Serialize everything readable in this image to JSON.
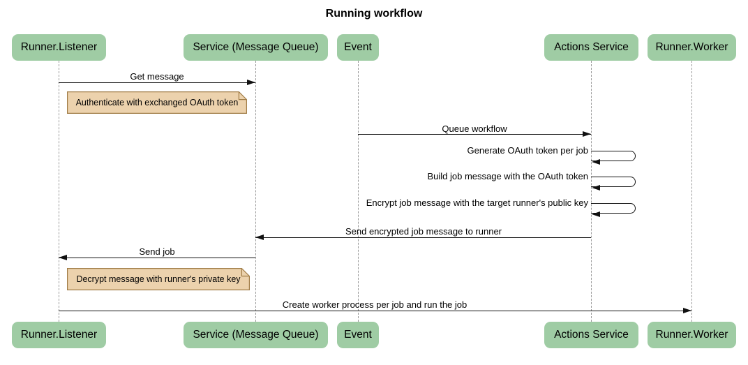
{
  "title": "Running workflow",
  "colors": {
    "actor_fill": "#9fcca4",
    "actor_text": "#000000",
    "note_fill": "#ecd2ad",
    "note_border": "#a07c46",
    "lifeline": "#9a9a9a",
    "line": "#111111"
  },
  "diagram_type": "sequence",
  "actors": [
    {
      "label": "Runner.Listener"
    },
    {
      "label": "Service (Message Queue)"
    },
    {
      "label": "Event"
    },
    {
      "label": "Actions Service"
    },
    {
      "label": "Runner.Worker"
    }
  ],
  "messages": [
    {
      "from": "Runner.Listener",
      "to": "Service (Message Queue)",
      "label": "Get message"
    },
    {
      "from": "Event",
      "to": "Actions Service",
      "label": "Queue workflow"
    },
    {
      "from": "Actions Service",
      "to": "Actions Service",
      "label": "Generate OAuth token per job"
    },
    {
      "from": "Actions Service",
      "to": "Actions Service",
      "label": "Build job message with the OAuth token"
    },
    {
      "from": "Actions Service",
      "to": "Actions Service",
      "label": "Encrypt job message with the target runner's public key"
    },
    {
      "from": "Actions Service",
      "to": "Service (Message Queue)",
      "label": "Send encrypted job message to runner"
    },
    {
      "from": "Service (Message Queue)",
      "to": "Runner.Listener",
      "label": "Send job"
    },
    {
      "from": "Runner.Listener",
      "to": "Runner.Worker",
      "label": "Create worker process per job and run the job"
    }
  ],
  "notes": [
    {
      "over": "Runner.Listener",
      "label": "Authenticate with exchanged OAuth token"
    },
    {
      "over": "Runner.Listener",
      "label": "Decrypt message with runner's private key"
    }
  ]
}
